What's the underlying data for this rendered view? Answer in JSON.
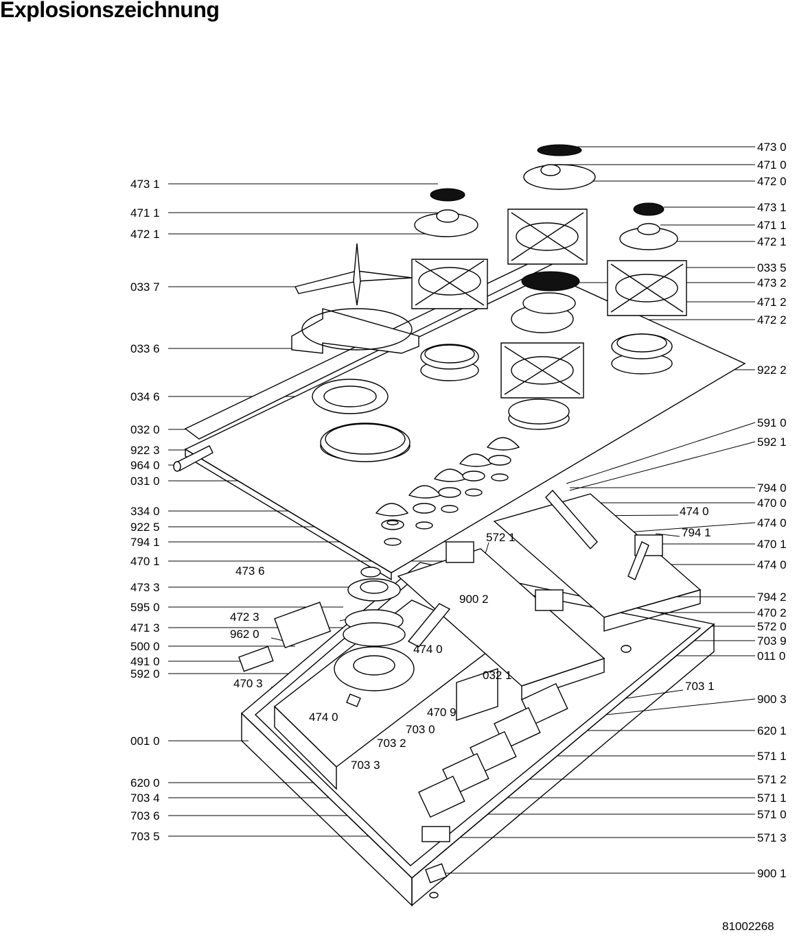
{
  "title": "Explosionszeichnung",
  "document_number": "81002268",
  "labels_left": [
    {
      "text": "473 1"
    },
    {
      "text": "471 1"
    },
    {
      "text": "472 1"
    },
    {
      "text": "033 7"
    },
    {
      "text": "033 6"
    },
    {
      "text": "034 6"
    },
    {
      "text": "032 0"
    },
    {
      "text": "922 3"
    },
    {
      "text": "964 0"
    },
    {
      "text": "031 0"
    },
    {
      "text": "334 0"
    },
    {
      "text": "922 5"
    },
    {
      "text": "794 1"
    },
    {
      "text": "470 1"
    },
    {
      "text": "473 3"
    },
    {
      "text": "595 0"
    },
    {
      "text": "471 3"
    },
    {
      "text": "500 0"
    },
    {
      "text": "491 0"
    },
    {
      "text": "592 0"
    },
    {
      "text": "001 0"
    },
    {
      "text": "620 0"
    },
    {
      "text": "703 4"
    },
    {
      "text": "703 6"
    },
    {
      "text": "703 5"
    }
  ],
  "labels_right": [
    {
      "text": "473 0"
    },
    {
      "text": "471 0"
    },
    {
      "text": "472 0"
    },
    {
      "text": "473 1"
    },
    {
      "text": "471 1"
    },
    {
      "text": "472 1"
    },
    {
      "text": "033 5"
    },
    {
      "text": "473 2"
    },
    {
      "text": "471 2"
    },
    {
      "text": "472 2"
    },
    {
      "text": "922 2"
    },
    {
      "text": "591 0"
    },
    {
      "text": "592 1"
    },
    {
      "text": "794 0"
    },
    {
      "text": "470 0"
    },
    {
      "text": "474 0"
    },
    {
      "text": "470 1"
    },
    {
      "text": "474 0"
    },
    {
      "text": "794 2"
    },
    {
      "text": "470 2"
    },
    {
      "text": "572 0"
    },
    {
      "text": "703 9"
    },
    {
      "text": "011 0"
    },
    {
      "text": "900 3"
    },
    {
      "text": "620 1"
    },
    {
      "text": "571 1"
    },
    {
      "text": "571 2"
    },
    {
      "text": "571 1"
    },
    {
      "text": "571 0"
    },
    {
      "text": "571 3"
    },
    {
      "text": "900 1"
    }
  ],
  "labels_inline": [
    {
      "text": "473 6"
    },
    {
      "text": "472 3"
    },
    {
      "text": "962 0"
    },
    {
      "text": "470 3"
    },
    {
      "text": "474 0"
    },
    {
      "text": "900 2"
    },
    {
      "text": "474 0"
    },
    {
      "text": "470 9"
    },
    {
      "text": "032 1"
    },
    {
      "text": "703 1"
    },
    {
      "text": "703 0"
    },
    {
      "text": "703 2"
    },
    {
      "text": "703 3"
    },
    {
      "text": "572 1"
    },
    {
      "text": "474 0"
    },
    {
      "text": "794 1"
    }
  ]
}
